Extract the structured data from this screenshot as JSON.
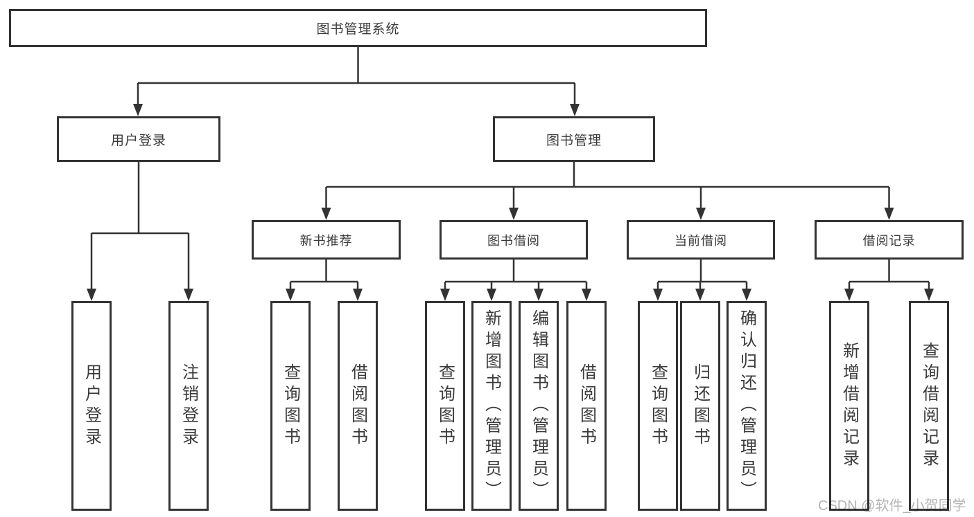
{
  "colors": {
    "border": "#333333",
    "line": "#333333",
    "text": "#3a3a3a",
    "watermark": "#b5b5b5",
    "background": "#ffffff"
  },
  "watermark": {
    "text": "CSDN @软件_小贺同学"
  },
  "tree": {
    "root": "图书管理系统",
    "children": [
      {
        "label": "用户登录",
        "children": [
          "用户登录",
          "注销登录"
        ]
      },
      {
        "label": "图书管理",
        "children": [
          {
            "label": "新书推荐",
            "children": [
              "查询图书",
              "借阅图书"
            ]
          },
          {
            "label": "图书借阅",
            "children": [
              "查询图书",
              "新增图书（管理员）",
              "编辑图书（管理员）",
              "借阅图书"
            ]
          },
          {
            "label": "当前借阅",
            "children": [
              "查询图书",
              "归还图书",
              "确认归还（管理员）"
            ]
          },
          {
            "label": "借阅记录",
            "children": [
              "新增借阅记录",
              "查询借阅记录"
            ]
          }
        ]
      }
    ]
  }
}
